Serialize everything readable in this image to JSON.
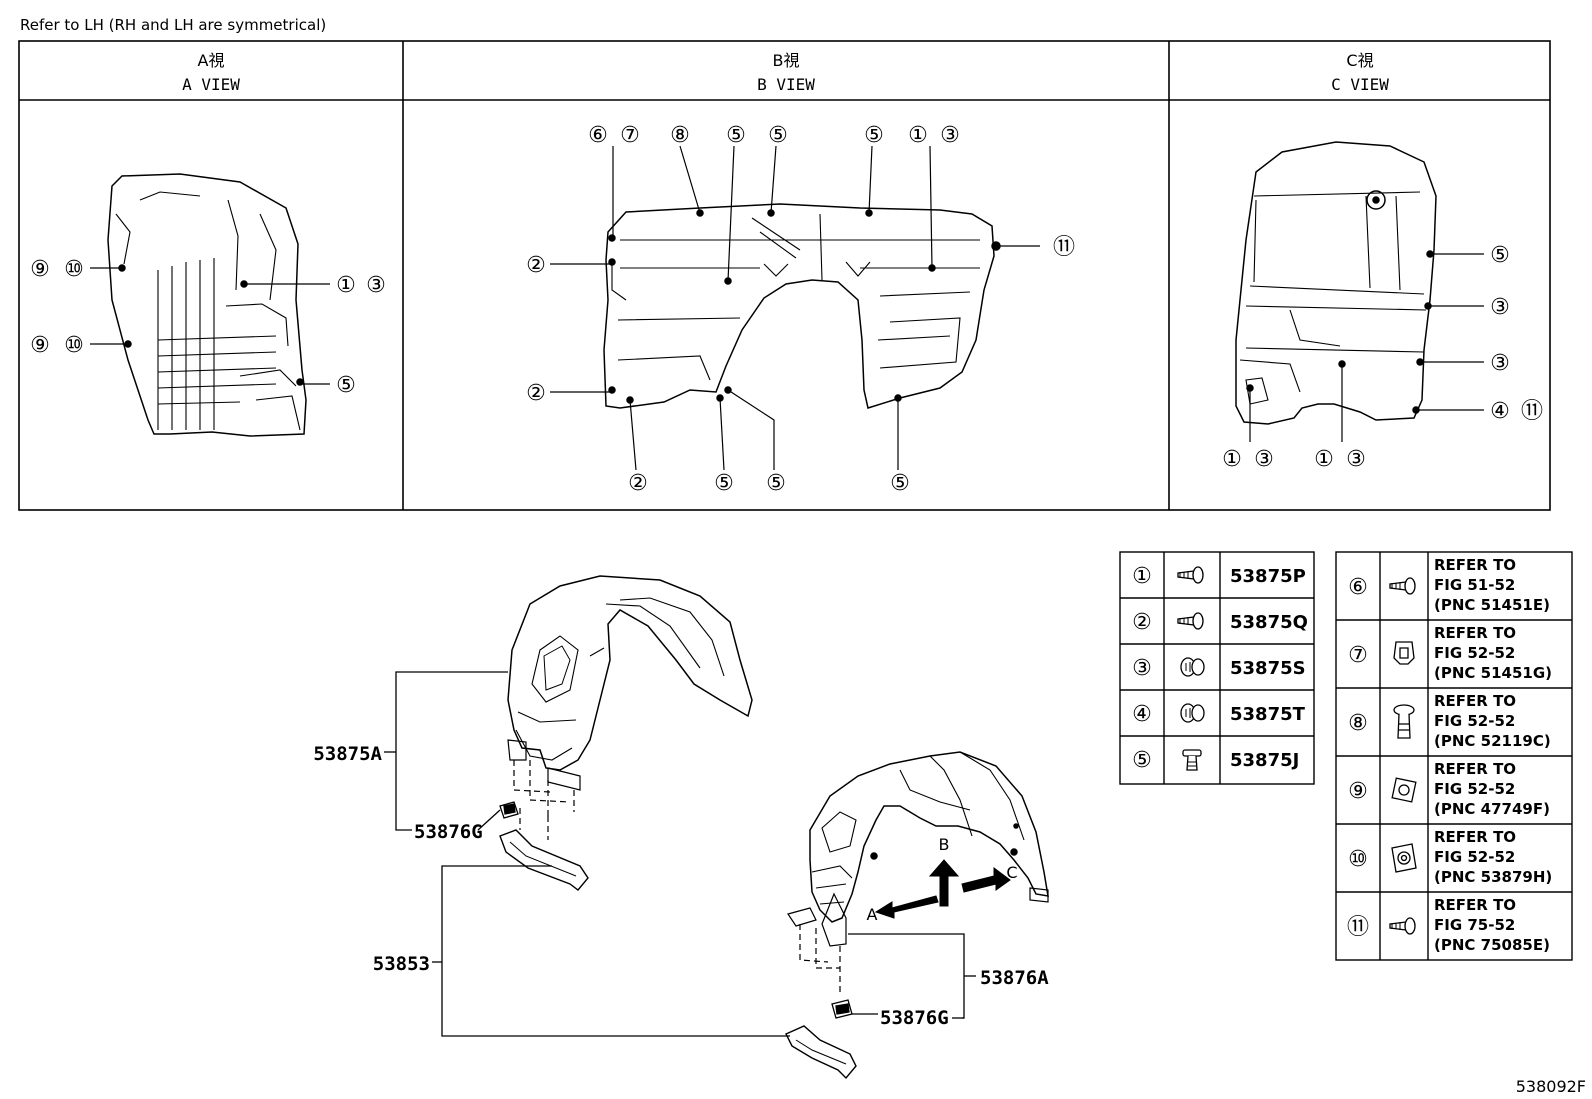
{
  "header_note": "Refer to LH (RH and LH are symmetrical)",
  "figure_id": "538092F",
  "views": {
    "a": {
      "jp": "A視",
      "en": "A VIEW"
    },
    "b": {
      "jp": "B視",
      "en": "B VIEW"
    },
    "c": {
      "jp": "C視",
      "en": "C VIEW"
    }
  },
  "symbols": {
    "1": "①",
    "2": "②",
    "3": "③",
    "4": "④",
    "5": "⑤",
    "6": "⑥",
    "7": "⑦",
    "8": "⑧",
    "9": "⑨",
    "10": "⑩",
    "11": "⑪"
  },
  "part_numbers": {
    "liner_front": "53875A",
    "clip_left": "53876G",
    "bracket_left": "53853",
    "liner_rear": "53876A",
    "clip_right": "53876G"
  },
  "direction_labels": {
    "a": "A",
    "b": "B",
    "c": "C"
  },
  "fasteners_left": [
    {
      "ref": "①",
      "part": "53875P"
    },
    {
      "ref": "②",
      "part": "53875Q"
    },
    {
      "ref": "③",
      "part": "53875S"
    },
    {
      "ref": "④",
      "part": "53875T"
    },
    {
      "ref": "⑤",
      "part": "53875J"
    }
  ],
  "fasteners_right": [
    {
      "ref": "⑥",
      "line1": "REFER TO",
      "line2": "FIG 51-52",
      "line3": "(PNC 51451E)"
    },
    {
      "ref": "⑦",
      "line1": "REFER TO",
      "line2": "FIG 52-52",
      "line3": "(PNC 51451G)"
    },
    {
      "ref": "⑧",
      "line1": "REFER TO",
      "line2": "FIG 52-52",
      "line3": "(PNC 52119C)"
    },
    {
      "ref": "⑨",
      "line1": "REFER TO",
      "line2": "FIG 52-52",
      "line3": "(PNC 47749F)"
    },
    {
      "ref": "⑩",
      "line1": "REFER TO",
      "line2": "FIG 52-52",
      "line3": "(PNC 53879H)"
    },
    {
      "ref": "⑪",
      "line1": "REFER TO",
      "line2": "FIG 75-52",
      "line3": "(PNC 75085E)"
    }
  ]
}
